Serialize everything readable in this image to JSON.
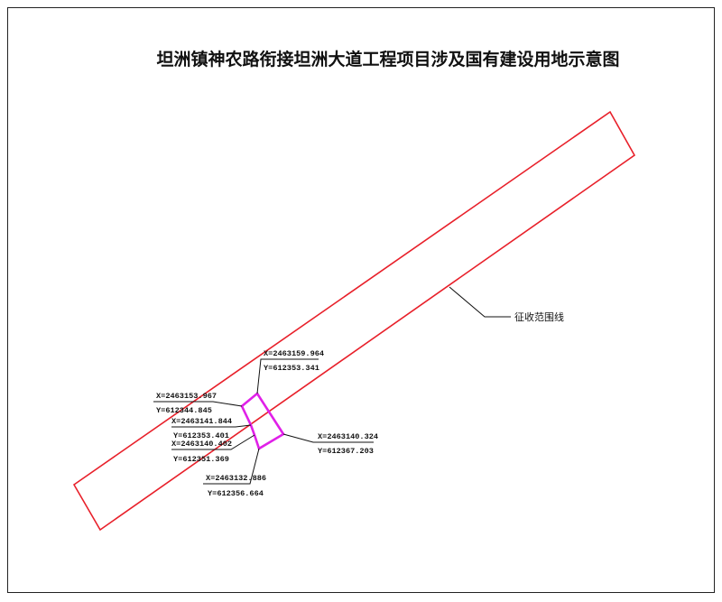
{
  "title": "坦洲镇神农路衔接坦洲大道工程项目涉及国有建设用地示意图",
  "legend_label": "征收范围线",
  "colors": {
    "boundary": "#e8202a",
    "parcel": "#e020e8",
    "ink": "#111111",
    "frame": "#222222"
  },
  "points": [
    {
      "x": "X=2463159.964",
      "y": "Y=612353.341"
    },
    {
      "x": "X=2463153.967",
      "y": "Y=612344.845"
    },
    {
      "x": "X=2463141.844",
      "y": "Y=612353.401"
    },
    {
      "x": "X=2463140.402",
      "y": "Y=612351.369"
    },
    {
      "x": "X=2463132.886",
      "y": "Y=612356.664"
    },
    {
      "x": "X=2463140.324",
      "y": "Y=612367.203"
    }
  ]
}
